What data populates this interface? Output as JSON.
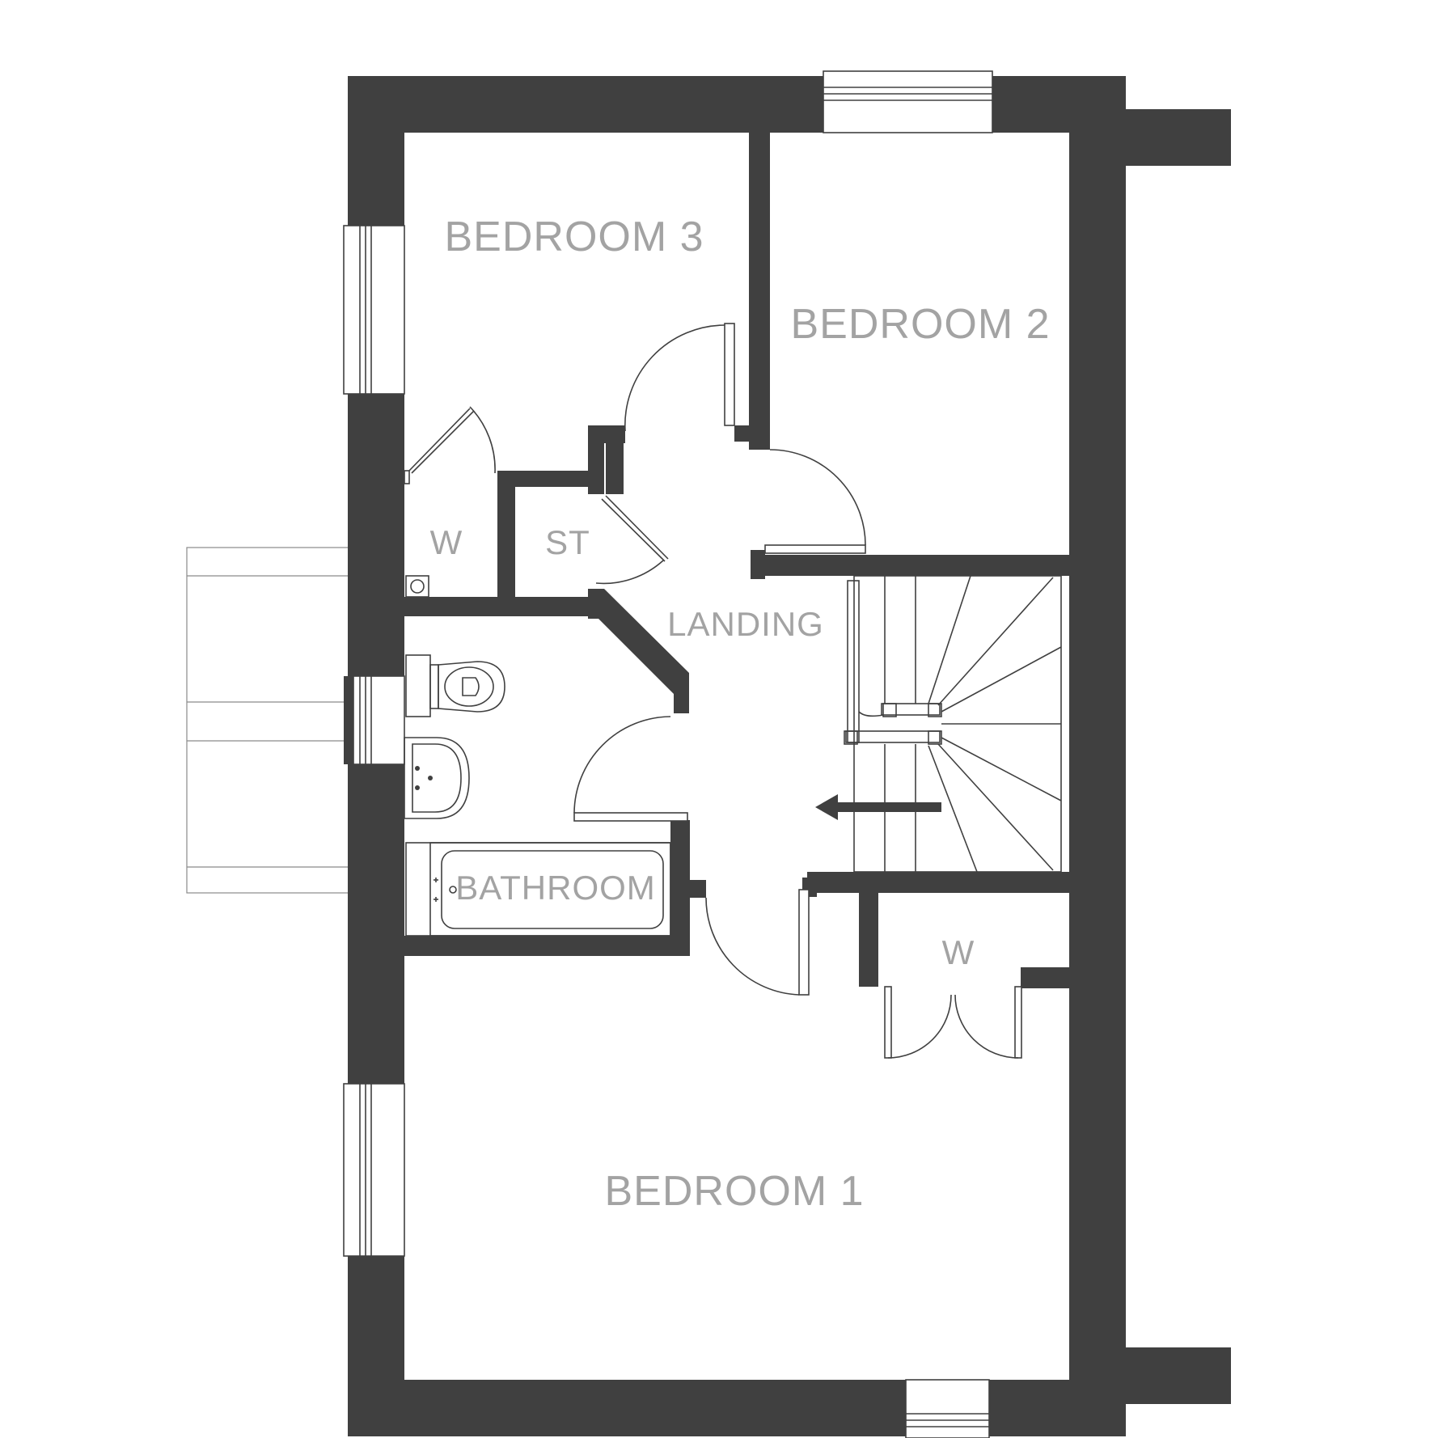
{
  "rooms": {
    "bedroom3": "BEDROOM 3",
    "bedroom2": "BEDROOM 2",
    "bedroom1": "BEDROOM 1",
    "wardrobe_top": "W",
    "store": "ST",
    "landing": "LANDING",
    "bathroom": "BATHROOM",
    "wardrobe_bottom": "W"
  },
  "colors": {
    "wall": "#404040",
    "label": "#a3a3a3",
    "background": "#ffffff"
  }
}
